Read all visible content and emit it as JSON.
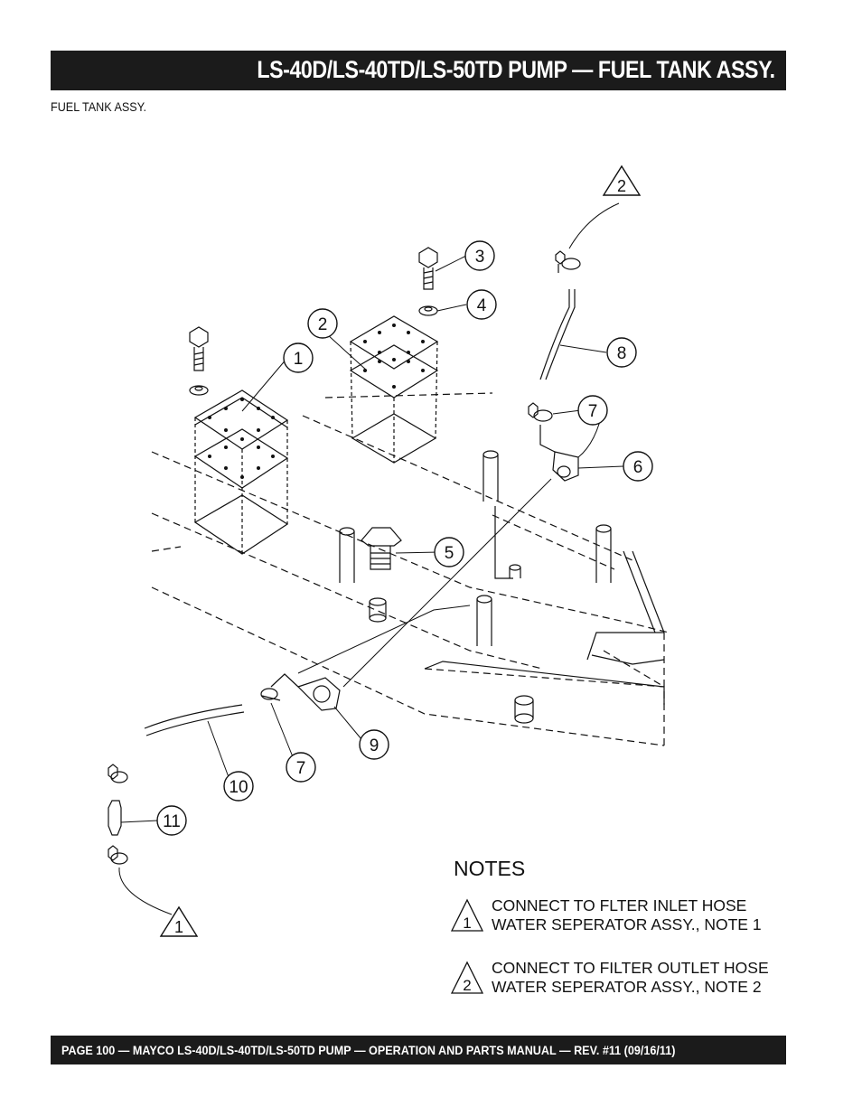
{
  "header": {
    "title": "LS-40D/LS-40TD/LS-50TD PUMP — FUEL TANK ASSY."
  },
  "subtitle": "FUEL TANK ASSY.",
  "callouts": {
    "c1": "1",
    "c2": "2",
    "c3": "3",
    "c4": "4",
    "c5": "5",
    "c6": "6",
    "c7a": "7",
    "c7b": "7",
    "c8": "8",
    "c9": "9",
    "c10": "10",
    "c11": "11",
    "tri_top": "2",
    "tri_bottom": "1"
  },
  "notes": {
    "title": "NOTES",
    "items": [
      {
        "marker": "1",
        "line1": "CONNECT TO FLTER INLET HOSE",
        "line2": "WATER SEPERATOR ASSY., NOTE 1"
      },
      {
        "marker": "2",
        "line1": "CONNECT TO FILTER OUTLET HOSE",
        "line2": "WATER SEPERATOR ASSY., NOTE 2"
      }
    ]
  },
  "footer": {
    "text": "PAGE 100 — MAYCO LS-40D/LS-40TD/LS-50TD PUMP — OPERATION AND PARTS MANUAL — REV. #11  (09/16/11)"
  }
}
